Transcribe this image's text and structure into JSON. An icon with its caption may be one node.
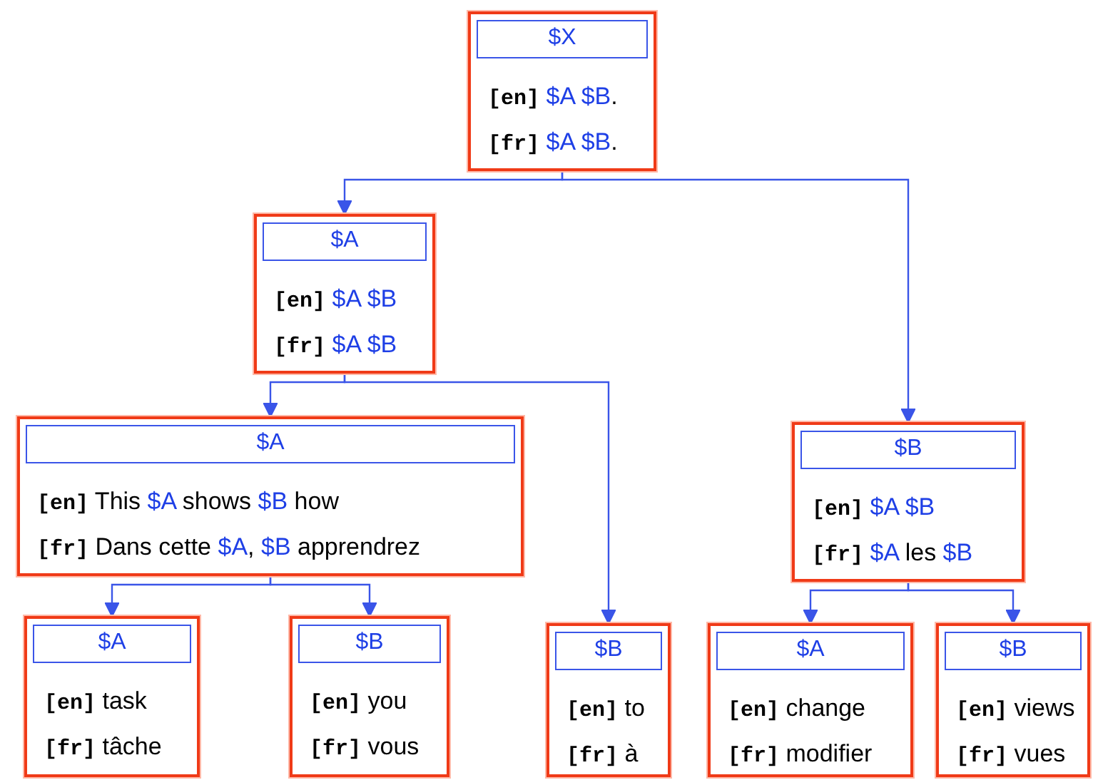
{
  "diagram": {
    "nodes": [
      {
        "text": [
          "$X",
          "**[en]** $A $B.",
          "**[fr]** $A $B."
        ]
      },
      {
        "text": [
          "$A",
          "**[en]** $A $B",
          "**[fr]** $A $B"
        ]
      },
      {
        "text": [
          "$A",
          "**[en]** This $A shows $B how",
          "**[fr]** Dans cette $A, $B apprendrez"
        ]
      },
      {
        "text": [
          "$A",
          "**[en]** task",
          "**[fr]** tâche"
        ]
      },
      {
        "text": [
          "$B",
          "**[en]** you",
          "**[fr]** vous"
        ]
      },
      {
        "text": [
          "$B",
          "**[en]** to",
          "**[fr]** à"
        ]
      },
      {
        "text": [
          "$B",
          "**[en]** $A $B",
          "**[fr]** $A les $B"
        ]
      },
      {
        "text": [
          "$A",
          "**[en]** change",
          "**[fr]** modifier"
        ]
      },
      {
        "text": [
          "$B",
          "**[en]** views",
          "**[fr]** vues"
        ]
      }
    ],
    "edges": [
      {
        "from": 0,
        "to": 1,
        "arrow": "to"
      },
      {
        "from": 0,
        "to": 6,
        "arrow": "to"
      },
      {
        "from": 1,
        "to": 2,
        "arrow": "to"
      },
      {
        "from": 1,
        "to": 5,
        "arrow": "to"
      },
      {
        "from": 2,
        "to": 3,
        "arrow": "to"
      },
      {
        "from": 2,
        "to": 4,
        "arrow": "to"
      },
      {
        "from": 6,
        "to": 7,
        "arrow": "to"
      },
      {
        "from": 6,
        "to": 8,
        "arrow": "to"
      }
    ]
  }
}
